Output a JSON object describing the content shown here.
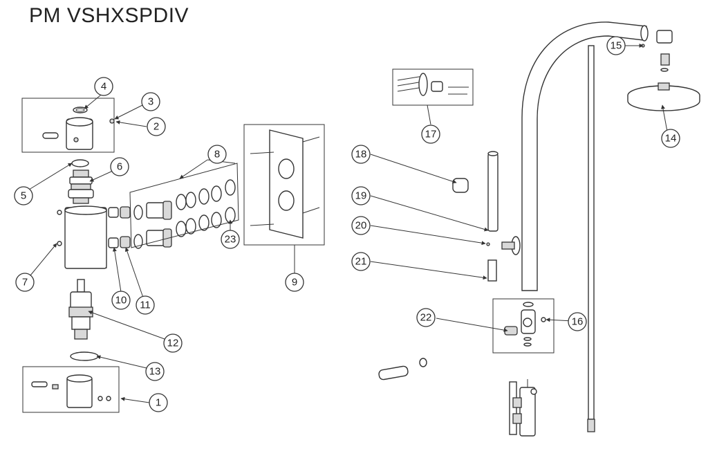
{
  "title": "PM VSHXSPDIV",
  "callouts": [
    "1",
    "2",
    "3",
    "4",
    "5",
    "6",
    "7",
    "8",
    "9",
    "10",
    "11",
    "12",
    "13",
    "14",
    "15",
    "16",
    "17",
    "18",
    "19",
    "20",
    "21",
    "22",
    "23"
  ]
}
